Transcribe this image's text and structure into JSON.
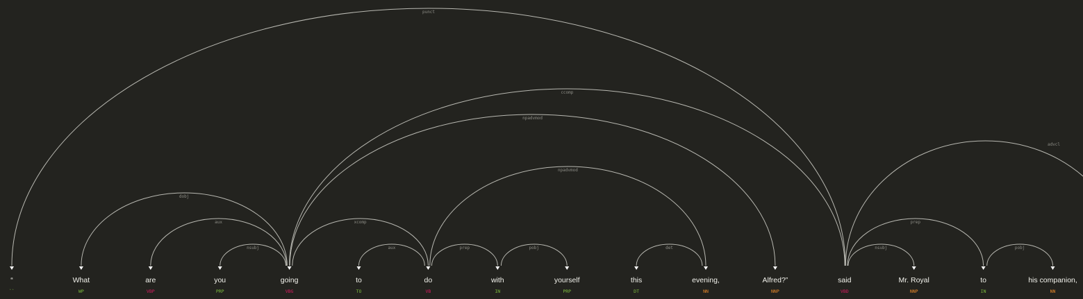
{
  "tokens": [
    {
      "text": "“",
      "tag": "``"
    },
    {
      "text": "What",
      "tag": "WP"
    },
    {
      "text": "are",
      "tag": "VBP"
    },
    {
      "text": "you",
      "tag": "PRP"
    },
    {
      "text": "going",
      "tag": "VBG"
    },
    {
      "text": "to",
      "tag": "TO"
    },
    {
      "text": "do",
      "tag": "VB"
    },
    {
      "text": "with",
      "tag": "IN"
    },
    {
      "text": "yourself",
      "tag": "PRP"
    },
    {
      "text": "this",
      "tag": "DT"
    },
    {
      "text": "evening,",
      "tag": "NN"
    },
    {
      "text": "Alfred?”",
      "tag": "NNP"
    },
    {
      "text": "said",
      "tag": "VBD"
    },
    {
      "text": "Mr. Royal",
      "tag": "NNP"
    },
    {
      "text": "to",
      "tag": "IN"
    },
    {
      "text": "his companion,",
      "tag": "NN"
    }
  ],
  "arcs": [
    {
      "head": 4,
      "dep": 1,
      "label": "dobj"
    },
    {
      "head": 4,
      "dep": 2,
      "label": "aux"
    },
    {
      "head": 4,
      "dep": 3,
      "label": "nsubj"
    },
    {
      "head": 4,
      "dep": 6,
      "label": "xcomp"
    },
    {
      "head": 6,
      "dep": 5,
      "label": "aux"
    },
    {
      "head": 6,
      "dep": 7,
      "label": "prep"
    },
    {
      "head": 7,
      "dep": 8,
      "label": "pobj"
    },
    {
      "head": 10,
      "dep": 9,
      "label": "det"
    },
    {
      "head": 6,
      "dep": 10,
      "label": "npadvmod"
    },
    {
      "head": 4,
      "dep": 11,
      "label": "npadvmod"
    },
    {
      "head": 12,
      "dep": 4,
      "label": "ccomp"
    },
    {
      "head": 12,
      "dep": 0,
      "label": "punct"
    },
    {
      "head": 12,
      "dep": 13,
      "label": "nsubj"
    },
    {
      "head": 12,
      "dep": 14,
      "label": "prep"
    },
    {
      "head": 14,
      "dep": 15,
      "label": "pobj"
    },
    {
      "head": 12,
      "dep": null,
      "label": "advcl"
    }
  ],
  "tag_colors": {
    "``": "#7fbf3f",
    "WP": "#7fbf3f",
    "VBP": "#d81b60",
    "PRP": "#7fbf3f",
    "VBG": "#d81b60",
    "TO": "#7fbf3f",
    "VB": "#d81b60",
    "IN": "#7fbf3f",
    "DT": "#7fbf3f",
    "NN": "#f08c2a",
    "NNP": "#f08c2a",
    "VBD": "#d81b60"
  }
}
